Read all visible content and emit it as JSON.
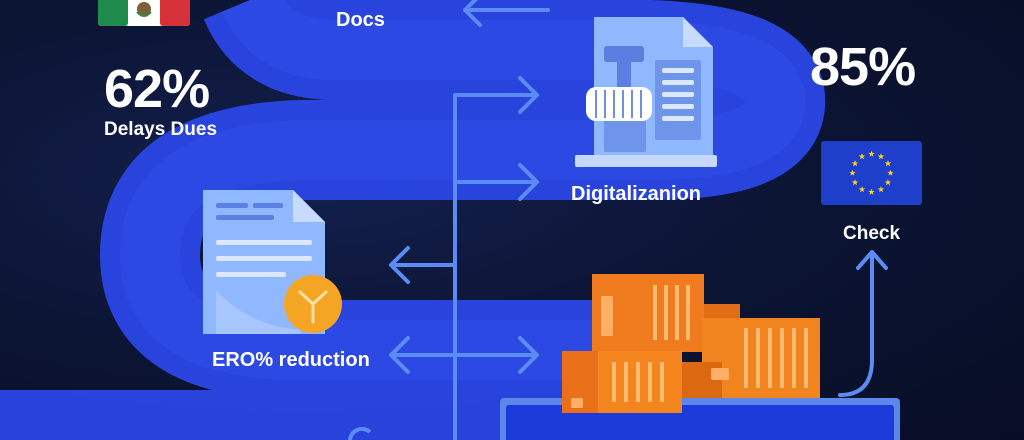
{
  "stats": {
    "left": {
      "value": "62%",
      "label": "Delays Dues"
    },
    "right": {
      "value": "85%"
    }
  },
  "steps": {
    "docs": "Docs",
    "digitalization": "Digitalizanion",
    "reduction": "ERO% reduction",
    "check": "Check"
  },
  "flags": [
    "mexico-flag",
    "eu-flag"
  ],
  "colors": {
    "background": "#0c1535",
    "road": "#2a47e6",
    "arrow": "#5b8cf5",
    "document": "#8fb8ff",
    "cargo": "#f07a1e",
    "accent": "#f5a524"
  }
}
